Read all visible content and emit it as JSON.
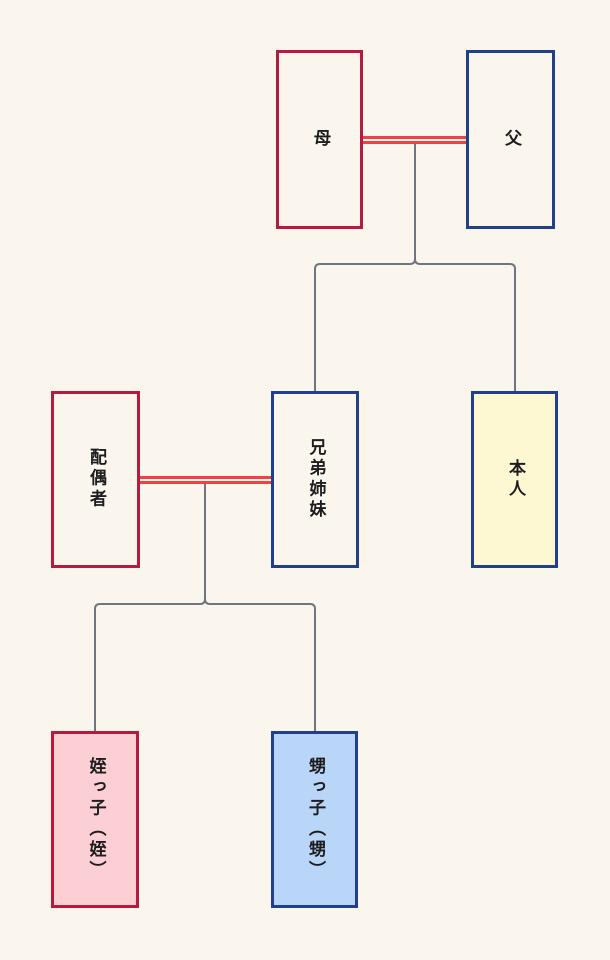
{
  "colors": {
    "page_bg": "#faf6ed",
    "crimson_border": "#b31b40",
    "blue_border": "#20408a",
    "marriage_line_red": "#ee4343",
    "connector_gray": "#6f7681",
    "pink_fill": "#fccfd4",
    "blue_fill": "#b9d6f8",
    "yellow_fill": "#fdf8d2",
    "text_color": "#1d1d1f"
  },
  "nodes": {
    "mother": {
      "label": "母"
    },
    "father": {
      "label": "父"
    },
    "spouse": {
      "label": "配偶者"
    },
    "siblings": {
      "label": "兄弟姉妹"
    },
    "self": {
      "label": "本人"
    },
    "niece": {
      "label": "姪っ子（姪）"
    },
    "nephew": {
      "label": "甥っ子（甥）"
    }
  },
  "edges": {
    "marriages": [
      {
        "between": [
          "母",
          "父"
        ]
      },
      {
        "between": [
          "配偶者",
          "兄弟姉妹"
        ]
      }
    ],
    "parent_child": [
      {
        "from": "母×父",
        "to": "兄弟姉妹"
      },
      {
        "from": "母×父",
        "to": "本人"
      },
      {
        "from": "配偶者×兄弟姉妹",
        "to": "姪っ子（姪）"
      },
      {
        "from": "配偶者×兄弟姉妹",
        "to": "甥っ子（甥）"
      }
    ]
  }
}
